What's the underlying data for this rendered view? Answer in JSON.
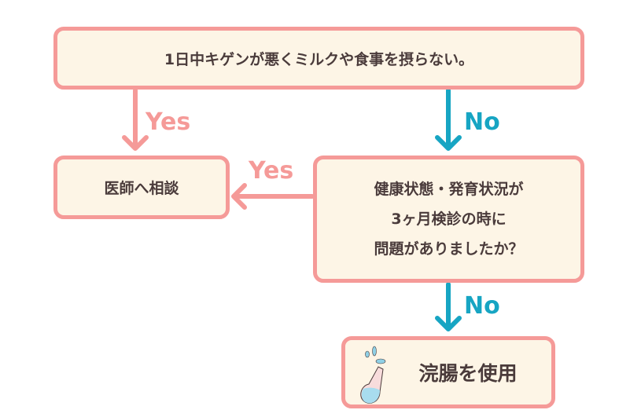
{
  "nodes": {
    "start": "1日中キゲンが悪くミルクや食事を摂らない。",
    "consult": "医師へ相談",
    "question_line1": "健康状態・発育状況が",
    "question_line2": "3ヶ月検診の時に",
    "question_line3": "問題がありましたか？",
    "enema": "浣腸を使用"
  },
  "edges": {
    "yes1": "Yes",
    "no1": "No",
    "yes2": "Yes",
    "no2": "No"
  },
  "colors": {
    "border": "#f59a98",
    "fill": "#fdf5e6",
    "yes": "#f59a98",
    "no": "#17a5c3",
    "text": "#4a3b3b"
  }
}
